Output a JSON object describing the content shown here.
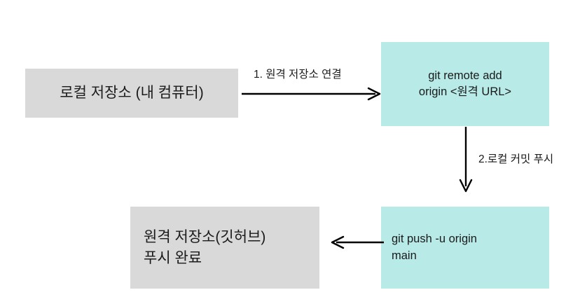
{
  "diagram": {
    "title": "Git remote push workflow",
    "colors": {
      "node_gray": "#d9d9d9",
      "node_teal": "#b8ebe8",
      "connector": "#000000",
      "text": "#1a1a1a",
      "background": "#ffffff"
    },
    "nodes": [
      {
        "id": "local-repo",
        "label": "로컬 저장소 (내 컴퓨터)",
        "style": "gray",
        "align": "center"
      },
      {
        "id": "git-remote-add",
        "label": "git remote add\norigin <원격 URL>",
        "style": "teal",
        "align": "center"
      },
      {
        "id": "push-done",
        "label": "원격 저장소(깃허브)\n푸시 완료",
        "style": "gray",
        "align": "left"
      },
      {
        "id": "git-push",
        "label": "git push -u origin\nmain",
        "style": "teal",
        "align": "left"
      }
    ],
    "connectors": [
      {
        "id": "local-to-remote-add",
        "label": "1. 원격 저장소 연결",
        "direction": "right"
      },
      {
        "id": "remote-add-to-git-push",
        "label": "2.로컬 커밋 푸시",
        "direction": "down"
      },
      {
        "id": "git-push-to-done",
        "label": "",
        "direction": "left"
      }
    ]
  }
}
